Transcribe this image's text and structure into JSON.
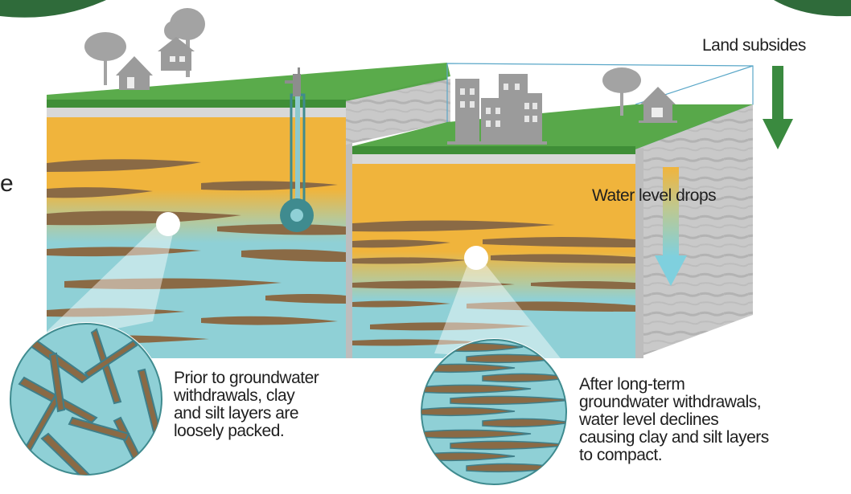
{
  "labels": {
    "land_subsides": "Land subsides",
    "water_level_drops": "Water level drops",
    "before_caption": "Prior to groundwater\nwithdrawals, clay\nand silt layers are\nloosely packed.",
    "after_caption": "After long-term\ngroundwater withdrawals,\nwater level declines\ncausing clay and silt layers\nto compact."
  },
  "colors": {
    "grass": "#3e8e37",
    "grass_top": "#58a84a",
    "sand": "#f0b43c",
    "water": "#8fd0d6",
    "clay": "#8a6a45",
    "rock": "#c8c8c8",
    "arrow_green": "#3a8a3f",
    "arrow_blue": "#7fd0de",
    "well_teal": "#3f8b8f"
  },
  "icons": [
    "tree-icon",
    "house-icon",
    "well-pump-icon",
    "buildings-icon"
  ]
}
